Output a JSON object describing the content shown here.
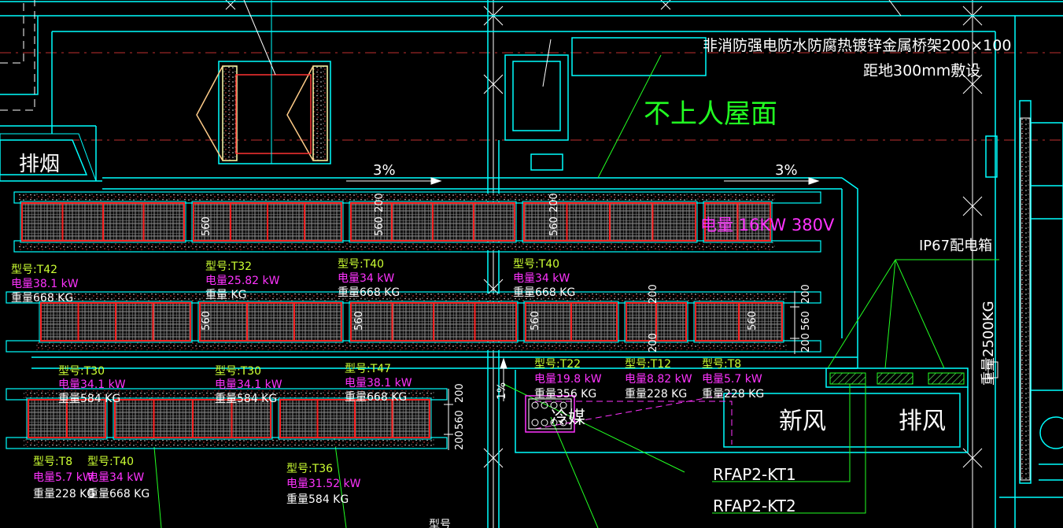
{
  "colors": {
    "background": "#000000",
    "cyan": "#00ffff",
    "white": "#ffffff",
    "red": "#ff2020",
    "green": "#22ff22",
    "yellow_green": "#ccff33",
    "magenta": "#ff33ff",
    "grey": "#9a9a9a",
    "gridline": "#c03030"
  },
  "notes": {
    "tray": "非消防强电防水防腐热镀锌金属桥架200×100",
    "height": "距地300mm敷设",
    "roof": "不上人屋面",
    "smoke": "排烟",
    "slope_left": "3%",
    "slope_right": "3%",
    "slope_vert": "1%",
    "power": "电量 16KW 380V",
    "box": "IP67配电箱",
    "fresh_air": "新风",
    "exhaust": "排风",
    "water": "冷媒",
    "label1": "RFAP2-KT1",
    "label2": "RFAP2-KT2",
    "weight_vert": "重量2500KG",
    "bottom_cut": "型号"
  },
  "dims": {
    "d200": "200",
    "d560": "560"
  },
  "units": [
    {
      "model": "型号:T42",
      "power": "电量38.1 kW",
      "weight": "重量668 KG"
    },
    {
      "model": "型号:T32",
      "power": "电量25.82 kW",
      "weight": "重量 KG"
    },
    {
      "model": "型号:T40",
      "power": "电量34 kW",
      "weight": "重量668 KG"
    },
    {
      "model": "型号:T40",
      "power": "电量34 kW",
      "weight": "重量668 KG"
    },
    {
      "model": "型号:T30",
      "power": "电量34.1 kW",
      "weight": "重量584 KG"
    },
    {
      "model": "型号:T30",
      "power": "电量34.1 kW",
      "weight": "重量584 KG"
    },
    {
      "model": "型号:T47",
      "power": "电量38.1 kW",
      "weight": "重量668 KG"
    },
    {
      "model": "型号:T22",
      "power": "电量19.8 kW",
      "weight": "重量356 KG"
    },
    {
      "model": "型号:T12",
      "power": "电量8.82 kW",
      "weight": "重量228 KG"
    },
    {
      "model": "型号:T8",
      "power": "电量5.7 kW",
      "weight": "重量228 KG"
    },
    {
      "model": "型号:T8",
      "power": "电量5.7 kW",
      "weight": "重量228 KG"
    },
    {
      "model": "型号:T40",
      "power": "电量34 kW",
      "weight": "重量668 KG"
    },
    {
      "model": "型号:T36",
      "power": "电量31.52 kW",
      "weight": "重量584 KG"
    }
  ]
}
